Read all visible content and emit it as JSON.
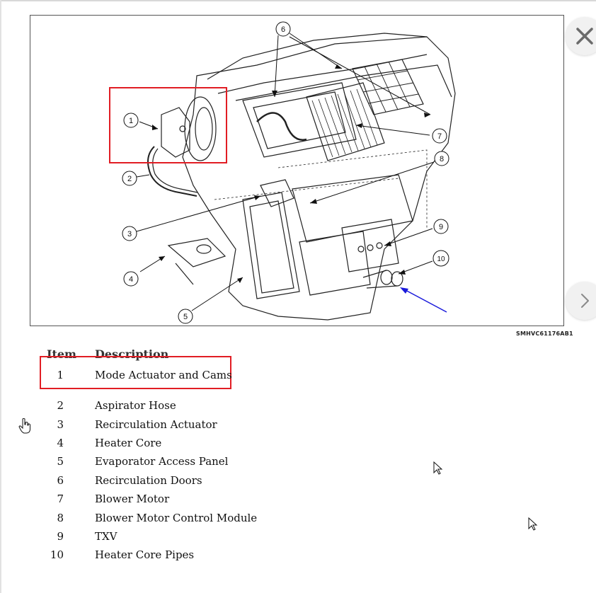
{
  "figure": {
    "code": "SMHVC61176AB1",
    "callouts": [
      "1",
      "2",
      "3",
      "4",
      "5",
      "6",
      "7",
      "8",
      "9",
      "10"
    ]
  },
  "legend": {
    "header_item": "Item",
    "header_description": "Description",
    "rows": [
      {
        "num": "1",
        "desc": "Mode Actuator and Cams"
      },
      {
        "num": "2",
        "desc": "Aspirator Hose"
      },
      {
        "num": "3",
        "desc": "Recirculation Actuator"
      },
      {
        "num": "4",
        "desc": "Heater Core"
      },
      {
        "num": "5",
        "desc": "Evaporator Access Panel"
      },
      {
        "num": "6",
        "desc": "Recirculation Doors"
      },
      {
        "num": "7",
        "desc": "Blower Motor"
      },
      {
        "num": "8",
        "desc": "Blower Motor Control Module"
      },
      {
        "num": "9",
        "desc": "TXV"
      },
      {
        "num": "10",
        "desc": "Heater Core Pipes"
      }
    ]
  },
  "controls": {
    "close_icon": "close-icon",
    "next_icon": "chevron-right-icon"
  },
  "colors": {
    "highlight": "#e11d24",
    "arrow": "#1a1adb",
    "button_bg": "#f1f1f1"
  }
}
